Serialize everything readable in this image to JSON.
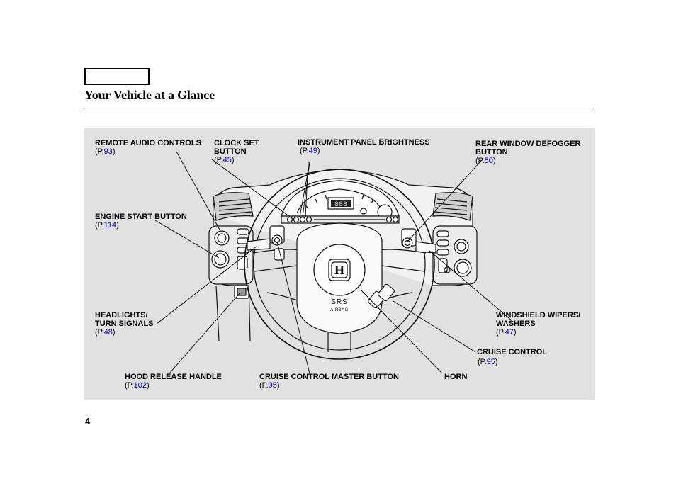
{
  "page": {
    "title": "Your Vehicle at a Glance",
    "number": "4"
  },
  "diagram": {
    "emblem": "H",
    "airbag_top": "SRS",
    "airbag_bottom": "AIRBAG",
    "gauge_readout": "888"
  },
  "callouts": {
    "remote_audio": {
      "label": "REMOTE AUDIO CONTROLS",
      "prefix": "(P.",
      "page": "93",
      "suffix": ")"
    },
    "clock_set": {
      "line1": "CLOCK SET",
      "line2": "BUTTON",
      "prefix": "(P.",
      "page": "45",
      "suffix": ")"
    },
    "panel_brightness": {
      "label": "INSTRUMENT PANEL BRIGHTNESS",
      "prefix": "(P.",
      "page": "49",
      "suffix": ")"
    },
    "rear_defogger": {
      "line1": "REAR WINDOW DEFOGGER",
      "line2": "BUTTON",
      "prefix": "(P.",
      "page": "50",
      "suffix": ")"
    },
    "engine_start": {
      "label": "ENGINE START BUTTON",
      "prefix": "(P.",
      "page": "114",
      "suffix": ")"
    },
    "headlights": {
      "line1": "HEADLIGHTS/",
      "line2": "TURN SIGNALS",
      "prefix": "(P.",
      "page": "48",
      "suffix": ")"
    },
    "wipers": {
      "line1": "WINDSHIELD WIPERS/",
      "line2": "WASHERS",
      "prefix": "(P.",
      "page": "47",
      "suffix": ")"
    },
    "cruise_control": {
      "label": "CRUISE CONTROL",
      "prefix": "(P.",
      "page": "95",
      "suffix": ")"
    },
    "hood_release": {
      "label": "HOOD RELEASE HANDLE",
      "prefix": "(P.",
      "page": "102",
      "suffix": ")"
    },
    "cruise_master": {
      "label": "CRUISE CONTROL MASTER BUTTON",
      "prefix": "(P.",
      "page": "95",
      "suffix": ")"
    },
    "horn": {
      "label": "HORN"
    }
  }
}
